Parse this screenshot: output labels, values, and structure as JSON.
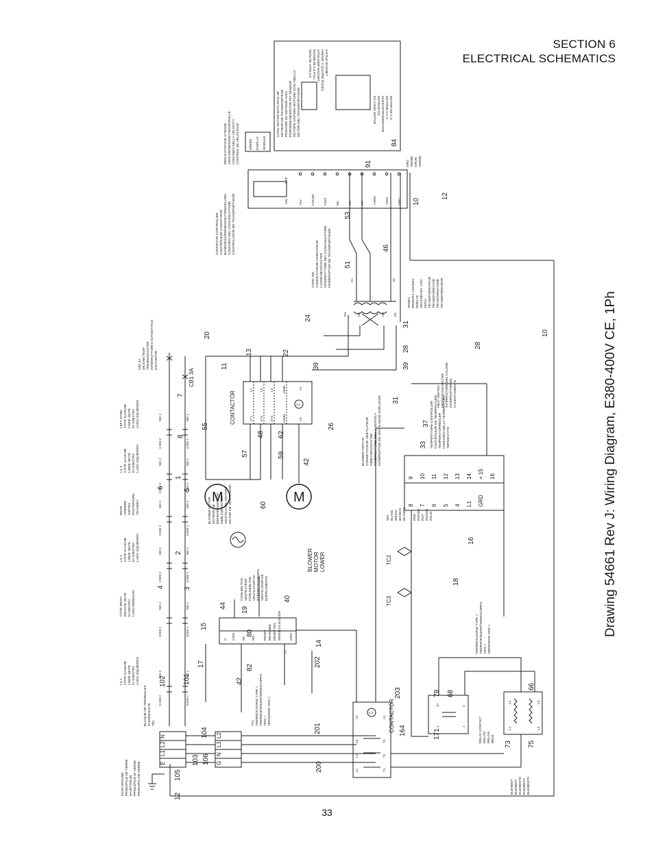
{
  "header": {
    "section": "SECTION 6",
    "subtitle": "ELECTRICAL SCHEMATICS"
  },
  "page_number": "33",
  "title": "Drawing 54661 Rev J: Wiring Diagram, E380-400V CE, 1Ph",
  "terminal_block": [
    "BLOQUE DE TERMINALES",
    "KLEMMLEISTE",
    "TB1"
  ],
  "main_ground": [
    "MAIN GROUND",
    "PRINCIPALE DE TERRE",
    "HAUPTGRUN",
    "PRINCIPALE DI VERDE",
    "PRINCIPAL DE VERDE"
  ],
  "main_block_terms": [
    "E",
    "L1",
    "L2",
    "N"
  ],
  "sub_block_terms": [
    "G",
    "N",
    "L1",
    "L2"
  ],
  "cb1": [
    "CB1 3A"
  ],
  "cb2": [
    "CB2 3A",
    "DÉJONCTEUR",
    "TRENNSCHALTER",
    "INTERRUTTORES AUTOMATICO",
    "DISYUNTOR"
  ],
  "cooling_fan": [
    "COOLING FAN",
    "VENTILATEUR",
    "KÜHLGEBLÄSE",
    "VENTILATORI DI",
    "RAFFREDDAMENTO",
    "VENTILADOR DE",
    "ENFRIAMIENTO"
  ],
  "blower_upper": [
    "BLOWER MOTOR",
    "MOTEUR DE",
    "REFROIDISSEMENT",
    "GEBLÄSE MOTOR",
    "VENTOLA DEL MOTORE",
    "MOTOR DE VENTILADOR"
  ],
  "blower_lower": [
    "BLOWER",
    "MOTOR",
    "LOWER"
  ],
  "contactor_main": "CONTACTOR",
  "contactor_terms": [
    "L1",
    "L2",
    "L3",
    "13NO",
    "A1",
    "2T1",
    "4T2",
    "6T3",
    "14NO",
    "A2"
  ],
  "contactor_coil": "C1",
  "contactor2": "CONTACTOR",
  "contactor2_coil": "C2",
  "contactor2_terms": [
    "A1",
    "A2",
    "T3",
    "T2",
    "T1",
    "L3",
    "L2",
    "L1"
  ],
  "relay_contact": [
    "RELAY CONTACT",
    "RELAIS",
    "RELÄIS",
    "RELE"
  ],
  "relay_terms": [
    "3+",
    "2",
    "4",
    "1"
  ],
  "element": [
    "ELEMENT",
    "ÉLÉMENT",
    "ELEMENTO",
    "ELEMENTI",
    "ELEMENTO"
  ],
  "element_terms": [
    "L2",
    "L3",
    "L1",
    "L4"
  ],
  "blower_switch": [
    "BLOWER SWITCH",
    "COMMUTATEUR VENTILATEUR",
    "GEBLÄSESCHALTER",
    "INTERRUTTORE DELLA VENTOLA",
    "INTERRUPTOR DE VENTILADOR-SOPLADOR"
  ],
  "temperature_controller": [
    "TEMPERATURE CONTROLLER",
    "CONTRÔLEUR DE TEMPÉRATURE",
    "TEMPERATURREGLER",
    "COMANDO DELLA TEMPERATURA",
    "TERMOSTATO"
  ],
  "heat_switch": [
    "HEAT SWITCH",
    "HEIZUNGSSCHALTER",
    "INTERRUTORE DEL CALORE",
    "INTERRUPTOR DE",
    "CALENTAMIENTO"
  ],
  "tc_controller_terms": [
    "9",
    "10",
    "11",
    "12",
    "13",
    "14",
    "+ 15",
    "16",
    "8",
    "7",
    "6",
    "5",
    "4",
    "L1",
    "GRD"
  ],
  "tc_color_labels": [
    "RED",
    "ROUGE",
    "ROT",
    "ROSSO",
    "ROJO",
    "WH",
    "BLANC",
    "WEISS",
    "BIANCO",
    "BLANCO"
  ],
  "thermocouple_type_j": [
    "THERMOCOUPLE TYPE J",
    "THERMOFÜHLER/TERMOCOPPIA",
    "TIPO J",
    "TERMOPAR TIPO J"
  ],
  "thermocouple_tc1": [
    "TC1",
    "THERMOCOUPLE TYPE J",
    "THERMOFÜHLER/TERMOCOPPIA",
    "TIPO J",
    "TERMOPAR TIPO J"
  ],
  "tc_labels": [
    "TC2",
    "TC3"
  ],
  "conveyor_switch": [
    "CONV SW",
    "COMMUTATEUR CONVOYEUR",
    "LAUFBANDSCHALTER",
    "INTERRUTTORE DEL CONVOGLIATORE",
    "INTERRUPTOR DE TRANSPORTADOR"
  ],
  "xfmr": [
    "XFMR1",
    "PRIMARY 240/260V",
    "50/60 Hz",
    "SECONDARY 120V",
    "200VA",
    "TRANSFORMATEUR",
    "TRANSFORMATOR",
    "TRASFORMATORE",
    "TRANSFORMADOR"
  ],
  "xfmr_terms": [
    "H4",
    "H2",
    "H3",
    "H1",
    "X1",
    "X2"
  ],
  "conveyor_controller": [
    "CONVEYOR CONTROLLER",
    "CONTRÔLEUR CONVOYEUR",
    "BANDGESCHWINDIGKEITSREGELUNG",
    "COMANDO DEL CONVOGLIATORE",
    "CONTROLADOR DE TRANSPORTADOR"
  ],
  "conveyor_ctrl_terms": [
    "+5V",
    "COUNT",
    "COM",
    "NC",
    "AC",
    "AC",
    "+ARM",
    "-ARM",
    "GRD"
  ],
  "conveyor_ctrl_switch": [
    "ON",
    "OFF"
  ],
  "speed_display": [
    "SPEED",
    "DISPLAY",
    "MODULE"
  ],
  "speed_regulation": [
    "RÉGULATION DE VITESSE",
    "GESCHWINDIGKEITSKONTROLLE",
    "COMANDO DELLA VELOCITÀ",
    "CONTROL DE VELOCIDAD"
  ],
  "conveyor_motor": [
    "CONV MOTOR WITH PICK-UP",
    "MOTEUR DE TRANSPORTEUR",
    "PRIMAIRE DU MOTEUR AVEC",
    "FÖRDERBANDMOTOR MIT SENSOR",
    "MOTORE CINTERA MOTORE CON ANELLO",
    "MOTOR DEL TRANSPORTADOR"
  ],
  "pole_magnet": [
    "4-POLE MAGNET",
    "AIMANT À QUATRE POLES",
    "4-POLIGER MAGNET",
    "MAGNETE A 4 POLI",
    "IMÁN DE 4 POLOS"
  ],
  "dc_motor": [
    "DC CONV MOTOR",
    "MOTEUR DC",
    "GLEICHSTROMMOTOR",
    "MOTORE A C.C.",
    "MOTOR DE C.C."
  ],
  "relay_ground_labels": [
    "GRD",
    "TERRE",
    "GRÜN",
    "VERDE"
  ],
  "limit_switches": [
    {
      "id": "LS 1",
      "lines": [
        "LS 1",
        "CÔTÉ GAUCHE",
        "LINKE SEITE",
        "DI SINISTRA",
        "LADO IZQUIERDO"
      ]
    },
    {
      "id": "LS 2",
      "lines": [
        "CÔTÉ DROIT",
        "RECHTE SEITE",
        "DI DESTRA",
        "LADO DERECHO"
      ]
    },
    {
      "id": "LS 3",
      "lines": [
        "LS 2",
        "CÔTÉ GAUCHE",
        "LINKE SEITE",
        "DI SINISTRA",
        "LADO IZQUIERDO"
      ]
    },
    {
      "id": "REAR",
      "lines": [
        "REAR",
        "ARRIÈRE",
        "HINTEN",
        "POSTERIORE",
        "TRASERA"
      ]
    },
    {
      "id": "LS 4",
      "lines": [
        "LS 3",
        "CÔTÉ GAUCHE",
        "LINKE SEITE",
        "DI SINISTRA",
        "LADO IZQUIERDO"
      ]
    },
    {
      "id": "LEFT",
      "lines": [
        "LEFT HAND",
        "CÔTÉ GAUCHE",
        "LINKE SEITE",
        "DI SINISTRA",
        "LADO IZQUIERDO"
      ]
    }
  ],
  "ls_term_labels": {
    "com2": "COM 2",
    "no2": "NO 2",
    "com1": "COM 1",
    "no1": "NO 1"
  },
  "overheat": [
    "RESET",
    "RÉARMER",
    "RESETTEN",
    "REINICIALIZACIÓN",
    "NO",
    "NC",
    "COM",
    "C",
    "GRD",
    "TC",
    "WH",
    "RED"
  ],
  "wire_numbers": [
    "12",
    "105",
    "103",
    "104",
    "106",
    "102",
    "101",
    "200",
    "201",
    "202",
    "203",
    "164",
    "171",
    "73",
    "75",
    "66",
    "68",
    "79",
    "28",
    "33",
    "37",
    "31",
    "16",
    "18",
    "19",
    "40",
    "44",
    "17",
    "15",
    "42",
    "82",
    "80",
    "14",
    "20",
    "13",
    "11",
    "55",
    "57",
    "48",
    "59",
    "62",
    "60",
    "26",
    "42",
    "22",
    "39",
    "24",
    "53",
    "51",
    "46",
    "91",
    "84",
    "10",
    "12",
    "10",
    "8",
    "7",
    "6",
    "5",
    "4",
    "3",
    "2",
    "1",
    "39",
    "28",
    "31"
  ]
}
